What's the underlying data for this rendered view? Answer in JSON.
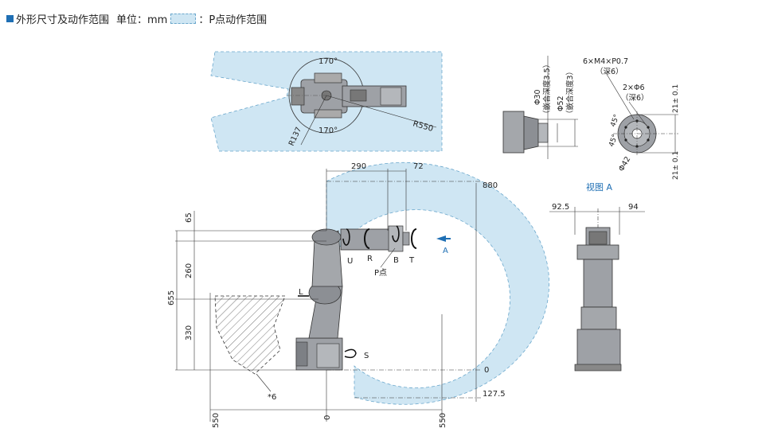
{
  "header": {
    "title": "外形尺寸及动作范围",
    "unit": "单位：mm",
    "legend": "：P点动作范围"
  },
  "top_view": {
    "angle_top": "170°",
    "angle_bottom": "170°",
    "r_small": "R137",
    "r_large": "R550"
  },
  "side_view": {
    "dim_290": "290",
    "dim_72": "72",
    "dim_880": "880",
    "dim_0_right": "0",
    "dim_127": "127.5",
    "dim_65": "65",
    "dim_260": "260",
    "dim_655": "655",
    "dim_330": "330",
    "axis_u": "U",
    "axis_r": "R",
    "axis_b": "B",
    "axis_t": "T",
    "axis_l": "L",
    "axis_s": "S",
    "p_point": "P点",
    "view_a_arrow": "A",
    "note": "*6",
    "bottom_left": "550",
    "bottom_mid": "0",
    "bottom_right": "550"
  },
  "flange_side": {
    "phi30": "Φ30",
    "phi30_note": "（嵌合深度3.5）",
    "phi52": "Φ52",
    "phi52_note": "（嵌合深度3）"
  },
  "flange_face": {
    "screw": "6×M4×P0.7",
    "screw_depth": "（深6）",
    "pin": "2×Φ6",
    "pin_depth": "（深6）",
    "ang1": "45°",
    "ang2": "45°",
    "phi42": "Φ42",
    "tol_top": "21± 0.1",
    "tol_bottom": "21± 0.1",
    "caption": "视图 A"
  },
  "front_view": {
    "dim_left": "92.5",
    "dim_right": "94"
  },
  "colors": {
    "range_fill": "#cfe6f3",
    "range_edge": "#6aa7cc",
    "accent": "#1f6fb4",
    "robot_gray": "#9ea1a6"
  }
}
